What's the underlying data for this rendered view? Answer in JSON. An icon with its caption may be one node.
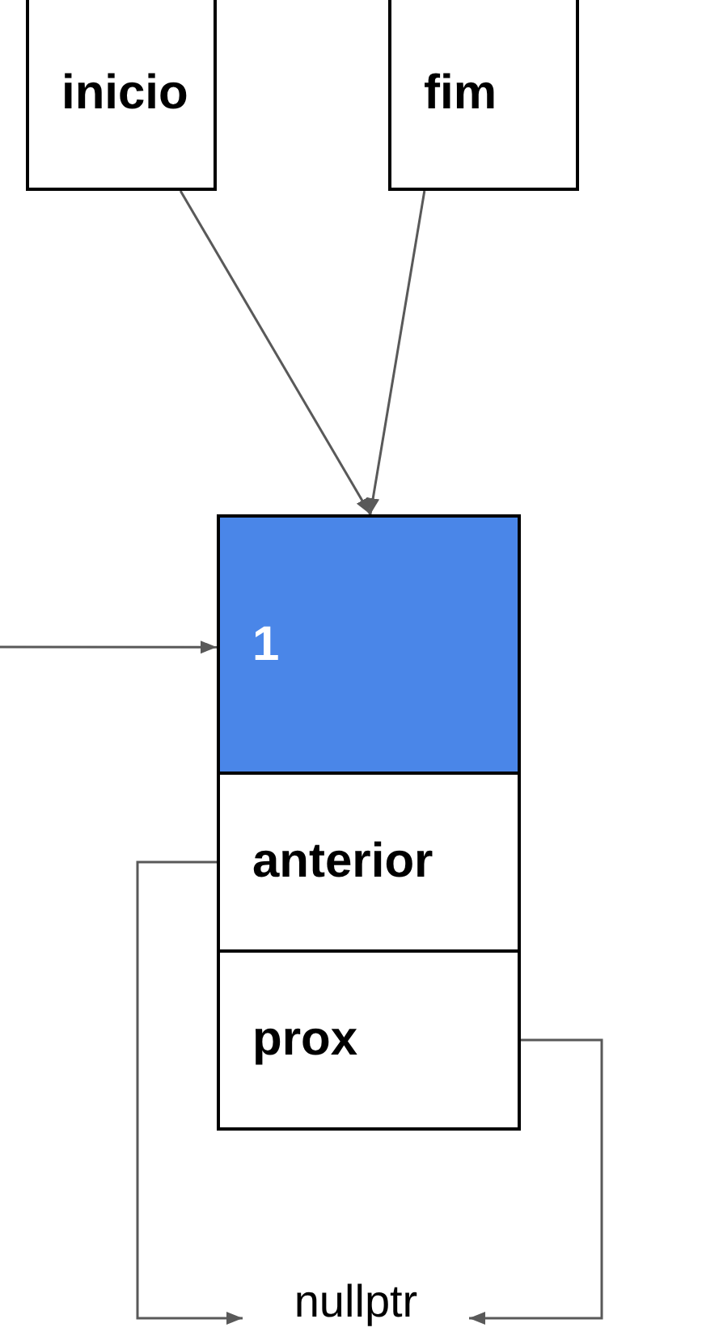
{
  "diagram": {
    "nodes": [
      {
        "text": [
          "inicio"
        ]
      },
      {
        "text": [
          "fim"
        ]
      },
      {
        "text": [
          "1"
        ]
      },
      {
        "text": [
          "anterior"
        ]
      },
      {
        "text": [
          "prox"
        ]
      },
      {
        "text": [
          "nullptr"
        ]
      }
    ],
    "edges": [
      {
        "from": 0,
        "to": 2,
        "arrow": "to"
      },
      {
        "from": 1,
        "to": 2,
        "arrow": "to"
      },
      {
        "from": null,
        "to": 2,
        "arrow": "to"
      },
      {
        "from": 3,
        "to": 5,
        "arrow": "to"
      },
      {
        "from": 4,
        "to": 5,
        "arrow": "to"
      }
    ]
  }
}
